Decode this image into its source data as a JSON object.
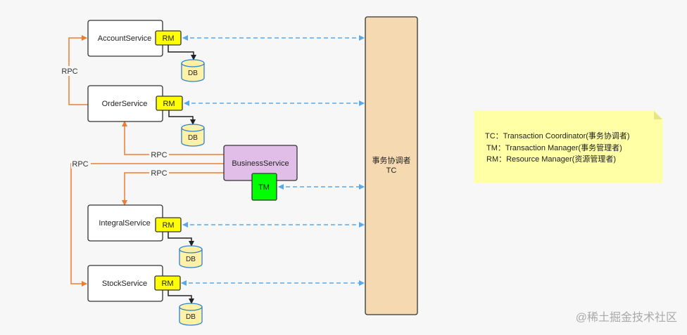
{
  "services": {
    "account": "AccountService",
    "order": "OrderService",
    "business": "BusinessService",
    "integral": "IntegralService",
    "stock": "StockService"
  },
  "rm_label": "RM",
  "tm_label": "TM",
  "db_label": "DB",
  "rpc_label": "RPC",
  "tc": {
    "line1": "事务协调者",
    "line2": "TC"
  },
  "note": {
    "line1": "TC：Transaction Coordinator(事务协调者)",
    "line2": "TM：Transaction Manager(事务管理者)",
    "line3": "RM：Resource Manager(资源管理者)"
  },
  "watermark": "@稀土掘金技术社区",
  "colors": {
    "rm_fill": "#ffff00",
    "tm_fill": "#00ff00",
    "business_fill": "#e1bee7",
    "tc_fill": "#f5d9b0",
    "note_fill": "#ffffa6",
    "db_fill": "#fff2a8",
    "rpc_arrow": "#ed7d31",
    "dashed_arrow": "#5aa9e6"
  }
}
